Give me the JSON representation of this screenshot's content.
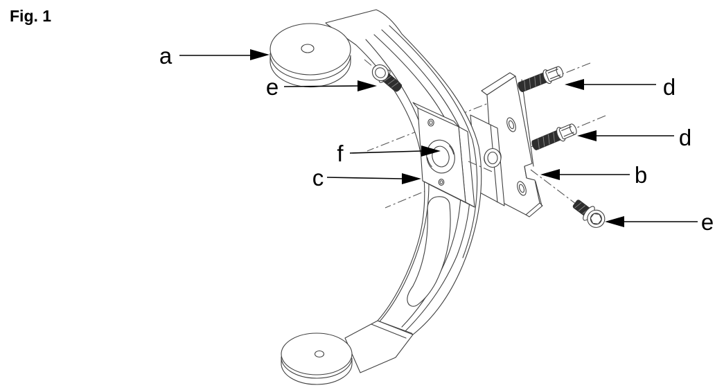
{
  "figure_label": "Fig. 1",
  "callouts": [
    {
      "letter": "a",
      "points_to": "bracket-top-mount-pad"
    },
    {
      "letter": "e",
      "points_to": "upper-left-screw"
    },
    {
      "letter": "d",
      "points_to": "upper-mounting-bolt"
    },
    {
      "letter": "d",
      "points_to": "middle-mounting-bolt"
    },
    {
      "letter": "f",
      "points_to": "adapter-plate-center-hole"
    },
    {
      "letter": "c",
      "points_to": "adapter-plate"
    },
    {
      "letter": "b",
      "points_to": "mounting-flange"
    },
    {
      "letter": "e",
      "points_to": "lower-right-screw"
    }
  ],
  "colors": {
    "background": "#ffffff",
    "drawing_line": "#3f3f3f",
    "label_text": "#000000",
    "bolt_thread_fill": "#2e2e2e"
  }
}
